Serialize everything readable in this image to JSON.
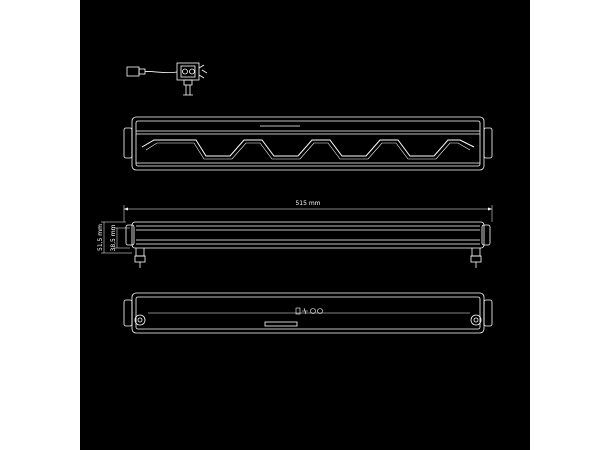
{
  "drawing": {
    "background_color": "#000000",
    "line_color": "#ffffff",
    "page_color": "#ffffff",
    "length_label": "515 mm",
    "height_label": "51,5 mm",
    "depth_label": "38,5 mm"
  },
  "views": [
    "connector-detail",
    "front-view",
    "top-view",
    "rear-view"
  ]
}
